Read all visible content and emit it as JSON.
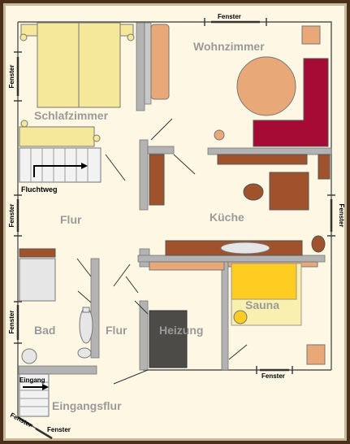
{
  "rooms": {
    "schlafzimmer": "Schlafzimmer",
    "wohnzimmer": "Wohnzimmer",
    "flur_top": "Flur",
    "kueche": "Küche",
    "bad": "Bad",
    "flur_bottom": "Flur",
    "heizung": "Heizung",
    "sauna": "Sauna",
    "eingangsflur": "Eingangsflur"
  },
  "labels": {
    "fluchtweg": "Fluchtweg",
    "eingang": "Eingang",
    "fenster": "Fenster"
  },
  "colors": {
    "background": "#fdf7e4",
    "wall": "#b3b3b3",
    "furniture_brown": "#a0522d",
    "bed": "#f5e89a",
    "sofa": "#a50b35",
    "table_round": "#e8a878",
    "sauna_bench": "#ffcc22",
    "sauna_floor": "#f9f0b0",
    "heater": "#4d4b47"
  }
}
